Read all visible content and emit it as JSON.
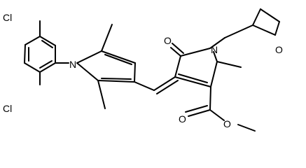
{
  "molecule": {
    "atoms": {
      "cl_top": "Cl",
      "cl_bottom": "Cl",
      "n_pyrrole": "N",
      "n_lactam": "N",
      "o_carbonyl": "O",
      "o_thf": "O",
      "o_ester_carbonyl": "O",
      "o_ester_ether": "O"
    }
  }
}
